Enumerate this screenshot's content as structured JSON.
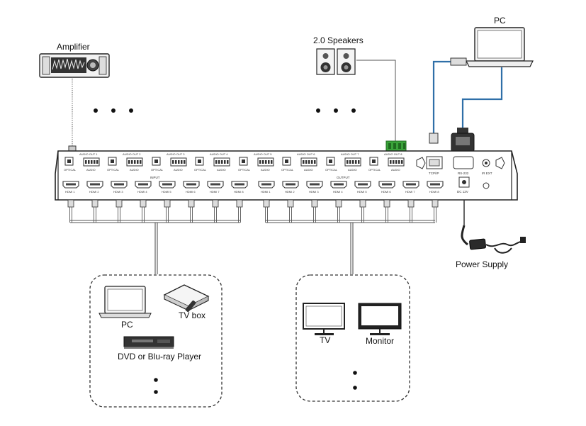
{
  "labels": {
    "amplifier": "Amplifier",
    "speakers": "2.0 Speakers",
    "pc_top": "PC",
    "power_supply": "Power Supply",
    "pc_source": "PC",
    "tv_box": "TV box",
    "dvd": "DVD or Blu-ray Player",
    "tv": "TV",
    "monitor": "Monitor"
  },
  "device": {
    "audio_outs": [
      "AUDIO OUT 1",
      "AUDIO OUT 2",
      "AUDIO OUT 3",
      "AUDIO OUT 4",
      "AUDIO OUT 5",
      "AUDIO OUT 6",
      "AUDIO OUT 7",
      "AUDIO OUT 8"
    ],
    "hdmi_inputs": [
      "HDMI 1",
      "HDMI 2",
      "HDMI 3",
      "HDMI 4",
      "HDMI 5",
      "HDMI 6",
      "HDMI 7",
      "HDMI 8"
    ],
    "hdmi_outputs": [
      "HDMI 1",
      "HDMI 2",
      "HDMI 3",
      "HDMI 4",
      "HDMI 5",
      "HDMI 6",
      "HDMI 7",
      "HDMI 8"
    ],
    "input_label": "INPUT",
    "output_label": "OUTPUT",
    "optical": "OPTICAL",
    "audio": "AUDIO",
    "tcpip": "TCP/IP",
    "rs232": "RS-232",
    "ir_ext": "IR EXT",
    "dc": "DC 12V"
  },
  "colors": {
    "line": "#333333",
    "network_cable": "#2f6fa8",
    "speaker_green": "#3aa33a"
  },
  "icons": [
    "amplifier-icon",
    "speakers-icon",
    "laptop-icon",
    "power-adapter-icon",
    "tv-box-icon",
    "dvd-player-icon",
    "tv-icon",
    "monitor-icon"
  ]
}
